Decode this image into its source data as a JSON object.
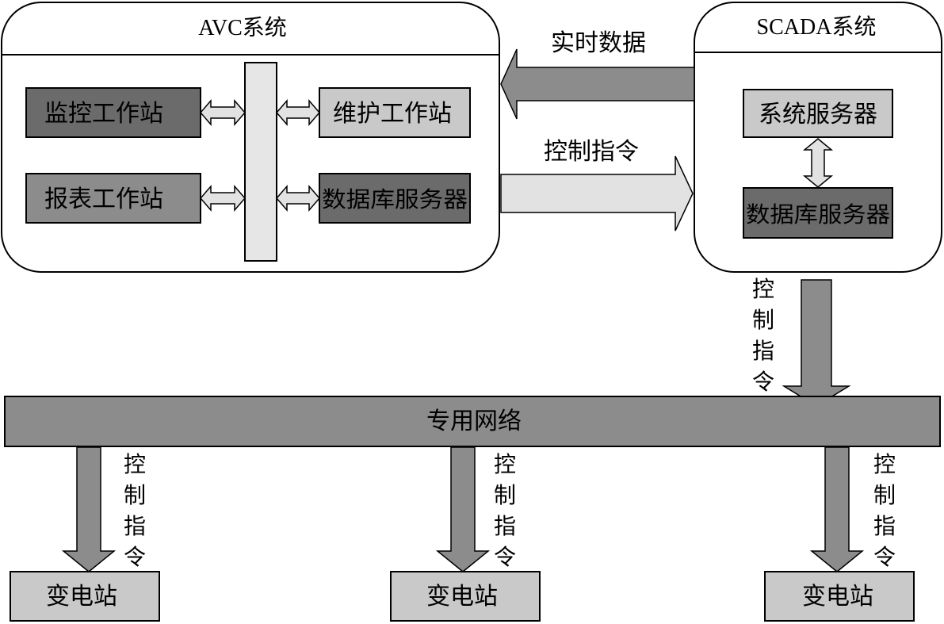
{
  "avc": {
    "title": "AVC系统",
    "boxes": {
      "monitor": "监控工作站",
      "maintenance": "维护工作站",
      "report": "报表工作站",
      "database": "数据库服务器"
    }
  },
  "scada": {
    "title": "SCADA系统",
    "boxes": {
      "system_server": "系统服务器",
      "database": "数据库服务器"
    }
  },
  "links": {
    "realtime_data": "实时数据",
    "control_cmd_h": "控制指令",
    "control_cmd_v": [
      "控",
      "制",
      "指",
      "令"
    ]
  },
  "network": {
    "label": "专用网络"
  },
  "substations": [
    "变电站",
    "变电站",
    "变电站"
  ],
  "colors": {
    "dark_box": "#6b6b6b",
    "mid_box": "#8c8c8c",
    "light_box": "#c9c9c9",
    "arrow": "#8c8c8c",
    "arrow_light": "#e2e2e2",
    "bus": "#e6e6e6"
  }
}
